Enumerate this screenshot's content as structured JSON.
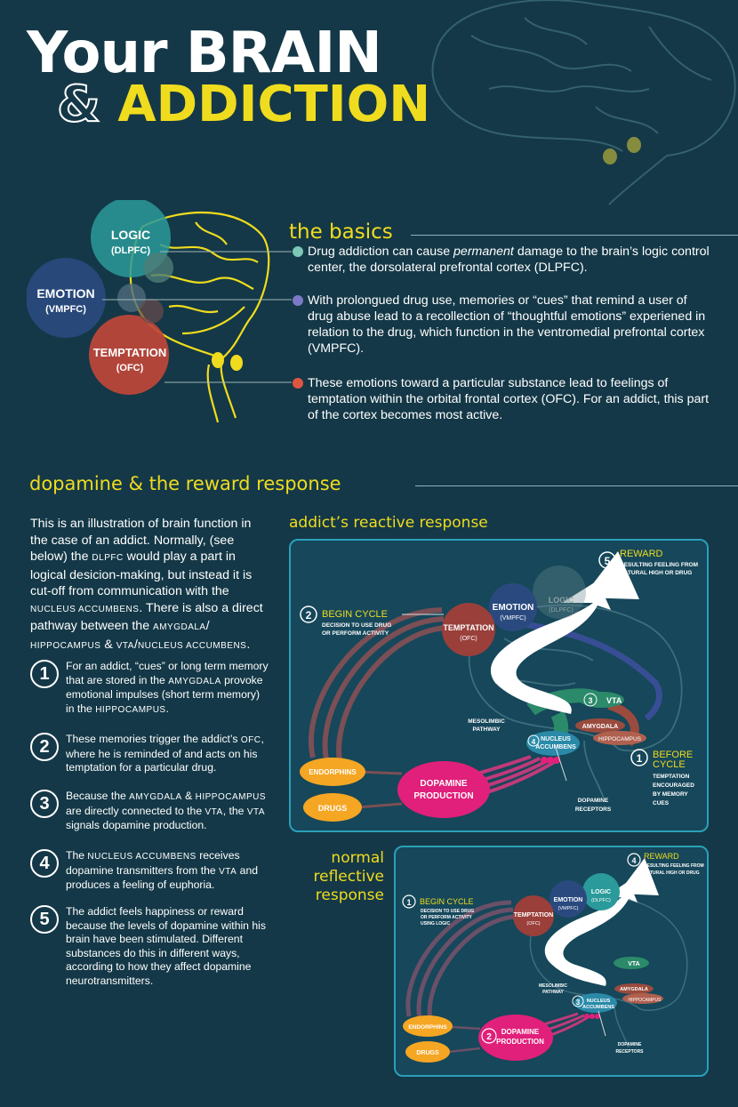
{
  "title": {
    "line1": "Your BRAIN",
    "amp": "&",
    "line2": "ADDICTION"
  },
  "colors": {
    "background": "#143847",
    "yellow": "#f0dc1e",
    "logic": "#2a9a9a",
    "emotion": "#2a4a7f",
    "temptation": "#c0473a",
    "dopamine": "#e0207a",
    "orange": "#f5a623"
  },
  "brain_labels": {
    "logic": "LOGIC",
    "logic_sub": "(DLPFC)",
    "emotion": "EMOTION",
    "emotion_sub": "(VMPFC)",
    "temptation": "TEMPTATION",
    "temptation_sub": "(OFC)"
  },
  "basics": {
    "heading": "the basics",
    "p1_before": "Drug addiction can cause ",
    "p1_em": "permanent",
    "p1_after": " damage to the brain’s logic control center, the dorsolateral prefrontal cortex (DLPFC).",
    "p2": "With prolongued drug use, memories or “cues” that remind a user of drug abuse lead to a recollection of “thoughtful emotions” experiened in relation to the drug, which function in the ventromedial prefrontal cortex (VMPFC).",
    "p3": "These emotions toward a particular substance lead to feelings of temptation within the orbital frontal cortex (OFC). For an addict, this part of the cortex becomes most active."
  },
  "dopamine": {
    "heading": "dopamine & the reward response",
    "intro": [
      "This is an illustration of brain function in the case of an addict. Normally, (see below) the ",
      "DLPFC",
      " would play a part in logical desicion-making, but instead it is cut-off from communication with the ",
      "NUCLEUS ACCUMBENS",
      ". There is also a direct pathway between the ",
      "AMYGDALA",
      "/ ",
      "HIPPOCAMPUS",
      " & ",
      "VTA",
      "/",
      "NUCLEUS ACCUMBENS",
      "."
    ],
    "steps": [
      {
        "num": "1",
        "text": [
          "For an addict, “cues” or long term memory that are stored in the ",
          "AMYGDALA",
          " provoke emotional impulses (short term memory) in the ",
          "HIPPOCAMPUS",
          "."
        ]
      },
      {
        "num": "2",
        "text": [
          "These memories trigger the addict’s ",
          "OFC",
          ", where he is reminded of and acts on his temptation for a particular drug."
        ]
      },
      {
        "num": "3",
        "text": [
          "Because the ",
          "AMYGDALA",
          " & ",
          "HIPPOCAMPUS",
          " are directly connected to the ",
          "VTA",
          ", the ",
          "VTA",
          " signals dopamine production."
        ]
      },
      {
        "num": "4",
        "text": [
          "The ",
          "NUCLEUS ACCUMBENS",
          " receives dopamine transmitters from the ",
          "VTA",
          " and produces a feeling of euphoria."
        ]
      },
      {
        "num": "5",
        "text": [
          "The addict feels happiness or reward because the levels of dopamine within his brain have been stimulated. Different substances do this in different ways, according to how they affect dopamine neurotransmitters."
        ]
      }
    ]
  },
  "addict": {
    "heading": "addict’s reactive response",
    "reward_num": "5",
    "reward": "REWARD",
    "reward_sub1": "RESULTING FEELING FROM",
    "reward_sub2": "NATURAL HIGH OR DRUG",
    "begin_num": "2",
    "begin": "BEGIN CYCLE",
    "begin_sub1": "DECISION TO USE DRUG",
    "begin_sub2": "OR PERFORM ACTIVITY",
    "temptation": "TEMPTATION",
    "temptation_sub": "(OFC)",
    "emotion": "EMOTION",
    "emotion_sub": "(VMPFC)",
    "logic": "LOGIC",
    "logic_sub": "(DLPFC)",
    "vta_num": "3",
    "vta": "VTA",
    "mesolimbic1": "MESOLIMBIC",
    "mesolimbic2": "PATHWAY",
    "amygdala": "AMYGDALA",
    "hippocampus": "HIPPOCAMPUS",
    "nucleus_num": "4",
    "nucleus1": "NUCLEUS",
    "nucleus2": "ACCUMBENS",
    "before_num": "1",
    "before1": "BEFORE",
    "before2": "CYCLE",
    "before_sub1": "TEMPTATION",
    "before_sub2": "ENCOURAGED",
    "before_sub3": "BY MEMORY",
    "before_sub4": "CUES",
    "endorphins": "ENDORPHINS",
    "drugs": "DRUGS",
    "dopamine1": "DOPAMINE",
    "dopamine2": "PRODUCTION",
    "receptors1": "DOPAMINE",
    "receptors2": "RECEPTORS"
  },
  "normal": {
    "heading": [
      "normal",
      "reflective",
      "response"
    ],
    "reward_num": "4",
    "reward": "REWARD",
    "reward_sub1": "RESULTING FEELING FROM",
    "reward_sub2": "NATURAL HIGH OR DRUG",
    "begin_num": "1",
    "begin": "BEGIN CYCLE",
    "begin_sub1": "DECISION TO USE DRUG",
    "begin_sub2": "OR PERFORM ACTIVITY",
    "begin_sub3": "USING LOGIC",
    "temptation": "TEMPTATION",
    "temptation_sub": "(OFC)",
    "emotion": "EMOTION",
    "emotion_sub": "(VMPFC)",
    "logic": "LOGIC",
    "logic_sub": "(DLPFC)",
    "vta": "VTA",
    "mesolimbic1": "MESOLIMBIC",
    "mesolimbic2": "PATHWAY",
    "amygdala": "AMYGDALA",
    "hippocampus": "HIPPOCAMPUS",
    "nucleus_num": "3",
    "nucleus1": "NUCLEUS",
    "nucleus2": "ACCUMBENS",
    "endorphins": "ENDORPHINS",
    "drugs": "DRUGS",
    "dopamine_num": "2",
    "dopamine1": "DOPAMINE",
    "dopamine2": "PRODUCTION",
    "receptors1": "DOPAMINE",
    "receptors2": "RECEPTORS"
  }
}
